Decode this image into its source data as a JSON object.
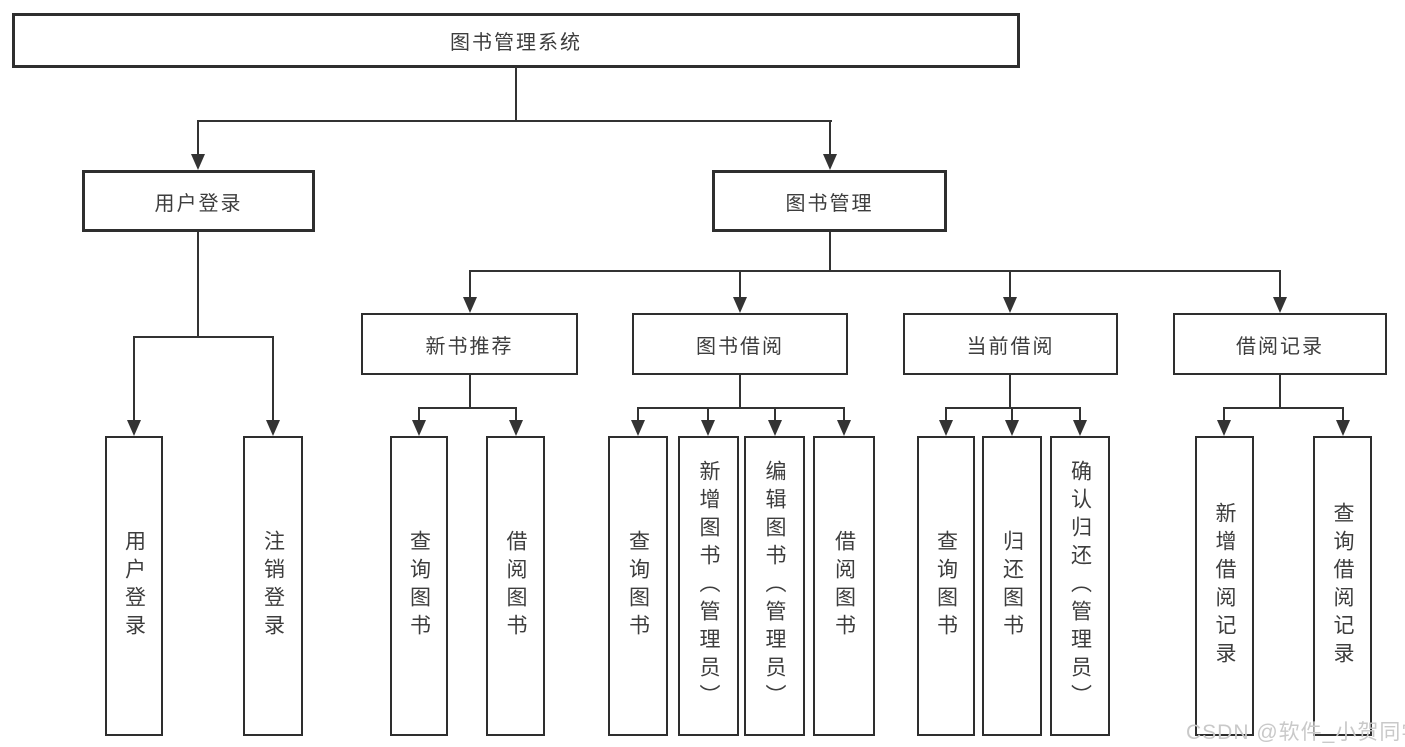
{
  "diagram": {
    "tree": {
      "root": {
        "label": "图书管理系统"
      },
      "children": [
        {
          "label": "用户登录",
          "children": [
            {
              "label": "用户登录"
            },
            {
              "label": "注销登录"
            }
          ]
        },
        {
          "label": "图书管理",
          "children": [
            {
              "label": "新书推荐",
              "children": [
                {
                  "label": "查询图书"
                },
                {
                  "label": "借阅图书"
                }
              ]
            },
            {
              "label": "图书借阅",
              "children": [
                {
                  "label": "查询图书"
                },
                {
                  "label": "新增图书（管理员）"
                },
                {
                  "label": "编辑图书（管理员）"
                },
                {
                  "label": "借阅图书"
                }
              ]
            },
            {
              "label": "当前借阅",
              "children": [
                {
                  "label": "查询图书"
                },
                {
                  "label": "归还图书"
                },
                {
                  "label": "确认归还（管理员）"
                }
              ]
            },
            {
              "label": "借阅记录",
              "children": [
                {
                  "label": "新增借阅记录"
                },
                {
                  "label": "查询借阅记录"
                }
              ]
            }
          ]
        }
      ]
    },
    "watermark": "CSDN @软件_小贺同学",
    "colors": {
      "line": "#333333",
      "box_border": "#2e2e2e",
      "text": "#3d3d3d",
      "watermark": "#c9c9c9",
      "background": "#ffffff"
    }
  }
}
